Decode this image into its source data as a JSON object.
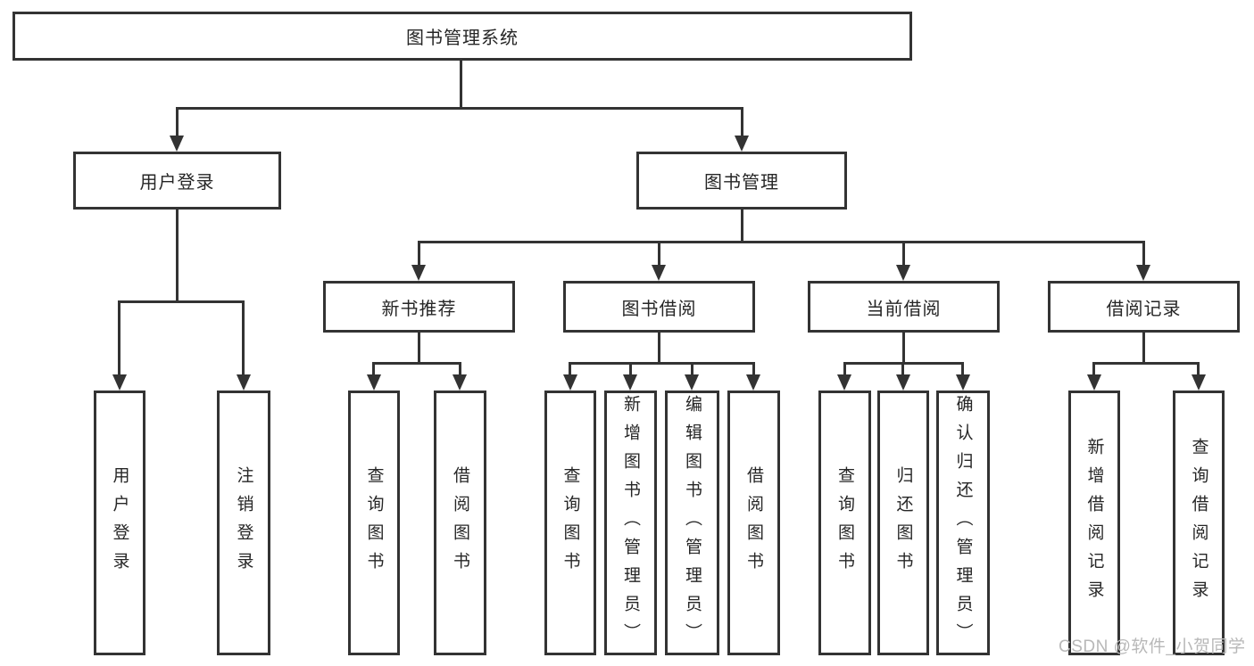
{
  "diagram": {
    "root": {
      "label": "图书管理系统"
    },
    "level1": [
      {
        "label": "用户登录"
      },
      {
        "label": "图书管理"
      }
    ],
    "level2": [
      {
        "label": "新书推荐"
      },
      {
        "label": "图书借阅"
      },
      {
        "label": "当前借阅"
      },
      {
        "label": "借阅记录"
      }
    ],
    "leaves": {
      "user_login": [
        {
          "label": "用户登录"
        },
        {
          "label": "注销登录"
        }
      ],
      "new_books": [
        {
          "label": "查询图书"
        },
        {
          "label": "借阅图书"
        }
      ],
      "book_borrowing": [
        {
          "label": "查询图书"
        },
        {
          "label": "新增图书（管理员）"
        },
        {
          "label": "编辑图书（管理员）"
        },
        {
          "label": "借阅图书"
        }
      ],
      "current_borrowing": [
        {
          "label": "查询图书"
        },
        {
          "label": "归还图书"
        },
        {
          "label": "确认归还（管理员）"
        }
      ],
      "borrow_records": [
        {
          "label": "新增借阅记录"
        },
        {
          "label": "查询借阅记录"
        }
      ]
    },
    "colors": {
      "line": "#333333",
      "text": "#262626",
      "background": "#ffffff",
      "watermark": "#b8b8b8"
    }
  },
  "watermark": {
    "text": "CSDN @软件_小贺同学"
  }
}
